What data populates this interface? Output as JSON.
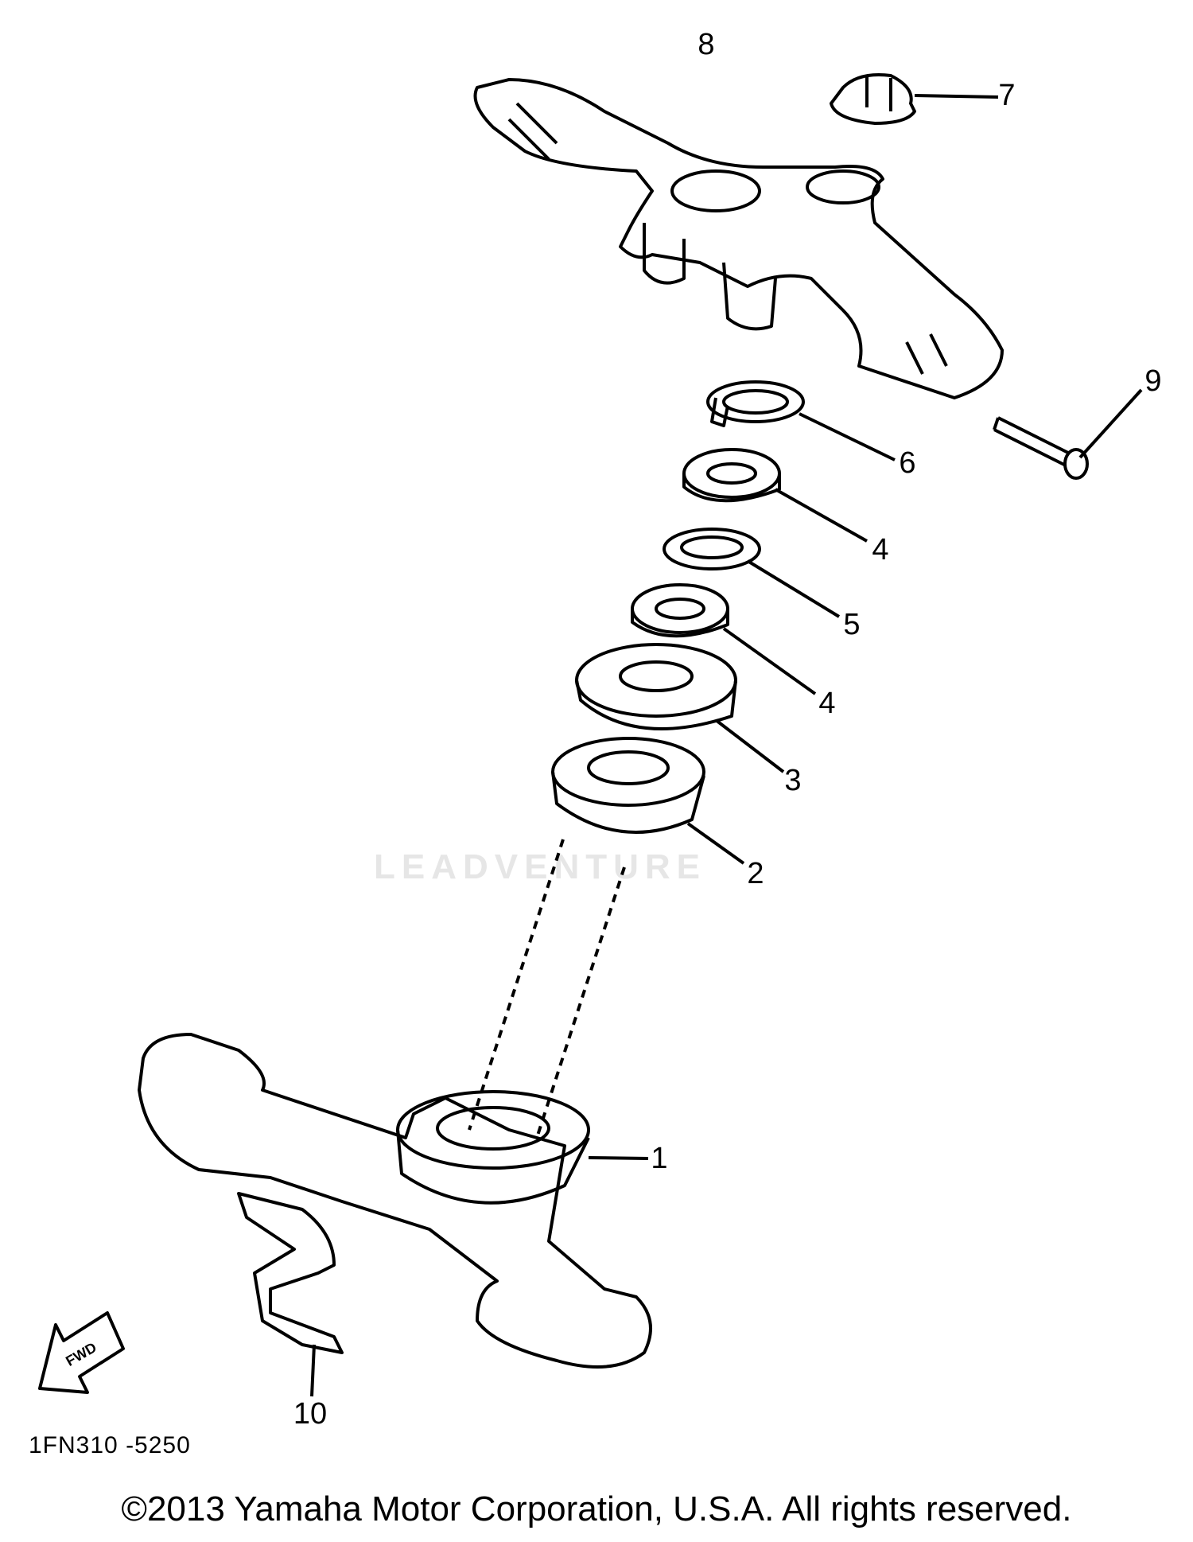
{
  "diagram": {
    "callouts": [
      "1",
      "2",
      "3",
      "4",
      "4",
      "5",
      "6",
      "7",
      "8",
      "9",
      "10"
    ],
    "diagram_code": "1FN310 -5250",
    "direction_arrow": "FWD",
    "watermark": "LEADVENTURE",
    "copyright": "©2013 Yamaha Motor Corporation, U.S.A. All rights reserved."
  }
}
